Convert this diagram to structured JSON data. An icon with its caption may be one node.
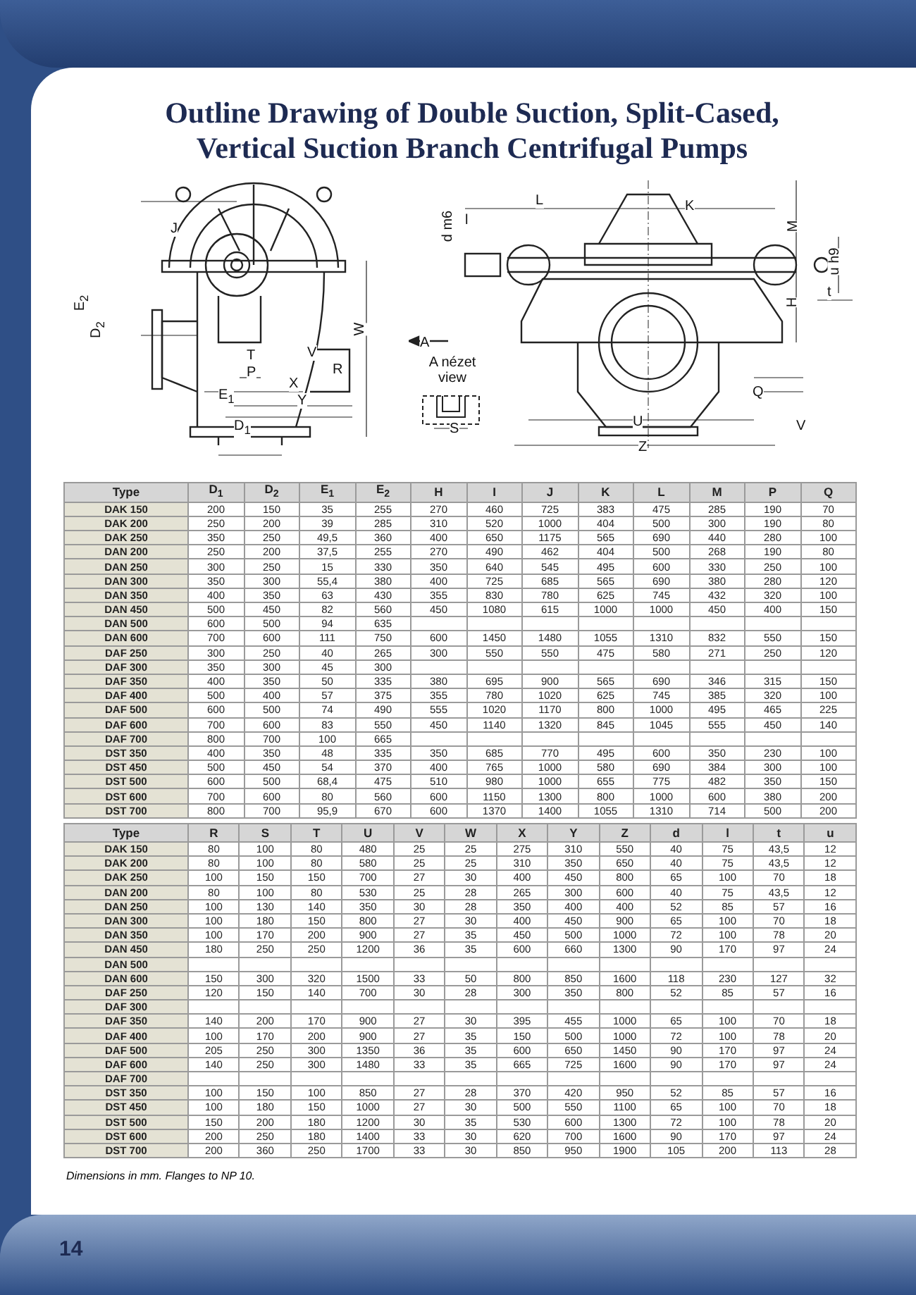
{
  "diagram": {
    "title": "Outline Drawing of Double Suction, Split-Cased, Vertical Suction Branch Centrifugal Pumps",
    "labels": [
      "J",
      "E$_{2}$",
      "D$_{2}$",
      "W",
      "T",
      "V",
      "P",
      "R",
      "X",
      "E$_{1}$",
      "Y",
      "D$_{1}$",
      "A",
      "A nézet view",
      "S",
      "L",
      "K",
      "l",
      "d m6",
      "M",
      "u h9",
      "t",
      "H",
      "V",
      "Q",
      "U",
      "Z",
      "Type",
      "D$_{1}$",
      "D$_{2}$",
      "E$_{1}$",
      "E$_{2}$",
      "H",
      "I",
      "J",
      "K",
      "L",
      "M",
      "P",
      "Q",
      "DAK 150",
      "200",
      "150",
      "35",
      "255",
      "270",
      "460",
      "725",
      "383",
      "475",
      "285",
      "190",
      "70",
      "DAK 200",
      "250",
      "200",
      "39",
      "285",
      "310",
      "520",
      "1000",
      "404",
      "500",
      "300",
      "190",
      "80",
      "DAK 250",
      "350",
      "250",
      "49,5",
      "360",
      "400",
      "650",
      "1175",
      "565",
      "690",
      "440",
      "280",
      "100",
      "DAN 200",
      "250",
      "200",
      "37,5",
      "255",
      "270",
      "490",
      "462",
      "404",
      "500",
      "268",
      "190",
      "80",
      "DAN 250",
      "300",
      "250",
      "15",
      "330",
      "350",
      "640",
      "545",
      "495",
      "600",
      "330",
      "250",
      "100",
      "DAN 300",
      "350",
      "300",
      "55,4",
      "380",
      "400",
      "725",
      "685",
      "565",
      "690",
      "380",
      "280",
      "120",
      "DAN 350",
      "400",
      "350",
      "63",
      "430",
      "355",
      "830",
      "780",
      "625",
      "745",
      "432",
      "320",
      "100",
      "DAN 450",
      "500",
      "450",
      "82",
      "560",
      "450",
      "1080",
      "615",
      "1000",
      "1000",
      "450",
      "400",
      "150",
      "DAN 500",
      "600",
      "500",
      "94",
      "635",
      "DAN 600",
      "700",
      "600",
      "111",
      "750",
      "600",
      "1450",
      "1480",
      "1055",
      "1310",
      "832",
      "550",
      "150",
      "DAF 250",
      "300",
      "250",
      "40",
      "265",
      "300",
      "550",
      "550",
      "475",
      "580",
      "271",
      "250",
      "120",
      "DAF 300",
      "350",
      "300",
      "45",
      "300",
      "DAF 350",
      "400",
      "350",
      "50",
      "335",
      "380",
      "695",
      "900",
      "565",
      "690",
      "346",
      "315",
      "150",
      "DAF 400",
      "500",
      "400",
      "57",
      "375",
      "355",
      "780",
      "1020",
      "625",
      "745",
      "385",
      "320",
      "100",
      "DAF 500",
      "600",
      "500",
      "74",
      "490",
      "555",
      "1020",
      "1170",
      "800",
      "1000",
      "495",
      "465",
      "225",
      "DAF 600",
      "700",
      "600",
      "83",
      "550",
      "450",
      "1140",
      "1320",
      "845",
      "1045",
      "555",
      "450",
      "140",
      "DAF 700",
      "800",
      "700",
      "100",
      "665",
      "DST 350",
      "400",
      "350",
      "48",
      "335",
      "350",
      "685",
      "770",
      "495",
      "600",
      "350",
      "230",
      "100",
      "DST 450",
      "500",
      "450",
      "54",
      "370",
      "400",
      "765",
      "1000",
      "580",
      "690",
      "384",
      "300",
      "100",
      "DST 500",
      "600",
      "500",
      "68,4",
      "475",
      "510",
      "980",
      "1000",
      "655",
      "775",
      "482",
      "350",
      "150",
      "DST 600",
      "700",
      "600",
      "80",
      "560",
      "600",
      "1150",
      "1300",
      "800",
      "1000",
      "600",
      "380",
      "200",
      "DST 700",
      "800",
      "700",
      "95,9",
      "670",
      "600",
      "1370",
      "1400",
      "1055",
      "1310",
      "714",
      "500",
      "200",
      "Type",
      "R",
      "S",
      "T",
      "U",
      "V",
      "W",
      "X",
      "Y",
      "Z",
      "d",
      "l",
      "t",
      "u",
      "DAK 150",
      "80",
      "100",
      "80",
      "480",
      "25",
      "25",
      "275",
      "310",
      "550",
      "40",
      "75",
      "43,5",
      "12",
      "DAK 200",
      "80",
      "100",
      "80",
      "580",
      "25",
      "25",
      "310",
      "350",
      "650",
      "40",
      "75",
      "43,5",
      "12",
      "DAK 250",
      "100",
      "150",
      "150",
      "700",
      "27",
      "30",
      "400",
      "450",
      "800",
      "65",
      "100",
      "70",
      "18",
      "DAN 200",
      "80",
      "100",
      "80",
      "530",
      "25",
      "28",
      "265",
      "300",
      "600",
      "40",
      "75",
      "43,5",
      "12",
      "DAN 250",
      "100",
      "130",
      "140",
      "350",
      "30",
      "28",
      "350",
      "400",
      "400",
      "52",
      "85",
      "57",
      "16",
      "DAN 300",
      "100",
      "180",
      "150",
      "800",
      "27",
      "30",
      "400",
      "450",
      "900",
      "65",
      "100",
      "70",
      "18",
      "DAN 350",
      "100",
      "170",
      "200",
      "900",
      "27",
      "35",
      "450",
      "500",
      "1000",
      "72",
      "100",
      "78",
      "20",
      "DAN 450",
      "180",
      "250",
      "250",
      "1200",
      "36",
      "35",
      "600",
      "660",
      "1300",
      "90",
      "170",
      "97",
      "24",
      "DAN 500",
      "DAN 600",
      "150",
      "300",
      "320",
      "1500",
      "33",
      "50",
      "800",
      "850",
      "1600",
      "118",
      "230",
      "127",
      "32",
      "DAF 250",
      "120",
      "150",
      "140",
      "700",
      "30",
      "28",
      "300",
      "350",
      "800",
      "52",
      "85",
      "57",
      "16",
      "DAF 300",
      "DAF 350",
      "140",
      "200",
      "170",
      "900",
      "27",
      "30",
      "395",
      "455",
      "1000",
      "65",
      "100",
      "70",
      "18",
      "DAF 400",
      "100",
      "170",
      "200",
      "900",
      "27",
      "35",
      "150",
      "500",
      "1000",
      "72",
      "100",
      "78",
      "20",
      "DAF 500",
      "205",
      "250",
      "300",
      "1350",
      "36",
      "35",
      "600",
      "650",
      "1450",
      "90",
      "170",
      "97",
      "24",
      "DAF 600",
      "140",
      "250",
      "300",
      "1480",
      "33",
      "35",
      "665",
      "725",
      "1600",
      "90",
      "170",
      "97",
      "24",
      "DAF 700",
      "DST 350",
      "100",
      "150",
      "100",
      "850",
      "27",
      "28",
      "370",
      "420",
      "950",
      "52",
      "85",
      "57",
      "16",
      "DST 450",
      "100",
      "180",
      "150",
      "1000",
      "27",
      "30",
      "500",
      "550",
      "1100",
      "65",
      "100",
      "70",
      "18",
      "DST 500",
      "150",
      "200",
      "180",
      "1200",
      "30",
      "35",
      "530",
      "600",
      "1300",
      "72",
      "100",
      "78",
      "20",
      "DST 600",
      "200",
      "250",
      "180",
      "1400",
      "33",
      "30",
      "620",
      "700",
      "1600",
      "90",
      "170",
      "97",
      "24",
      "DST 700",
      "200",
      "360",
      "250",
      "1700",
      "33",
      "30",
      "850",
      "950",
      "1900",
      "105",
      "200",
      "113",
      "28",
      "Dimensions in mm. Flanges to NP 10.",
      "14"
    ]
  }
}
